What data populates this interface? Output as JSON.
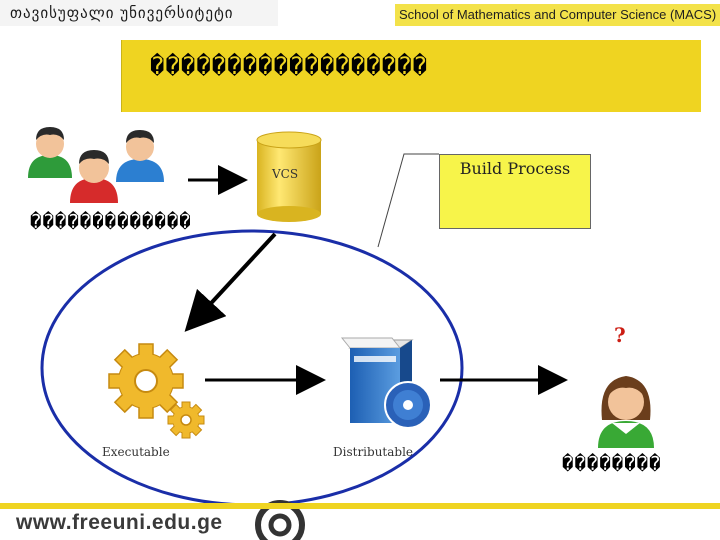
{
  "header": {
    "university_name": "თავისუფალი უნივერსიტეტი",
    "school_name": "School of Mathematics and Computer Science (MACS)"
  },
  "slide": {
    "title": "������������������",
    "build_process_label": "Build Process",
    "developers_label": "�������������",
    "vcs_label": "VCS",
    "executable_label": "Executable",
    "distributable_label": "Distributable",
    "user_label": "��������",
    "question_mark": "?"
  },
  "footer": {
    "website": "www.freeuni.edu.ge"
  },
  "colors": {
    "accent_yellow": "#efd421",
    "build_box": "#f7f44a",
    "ellipse_stroke": "#1a2ea8",
    "cylinder": "#f2d235",
    "gear": "#f0b92c",
    "question": "#cc1e14"
  },
  "icons": [
    "developers-group-icon",
    "vcs-database-icon",
    "gear-icon",
    "software-box-icon",
    "user-icon",
    "logo-icon"
  ]
}
